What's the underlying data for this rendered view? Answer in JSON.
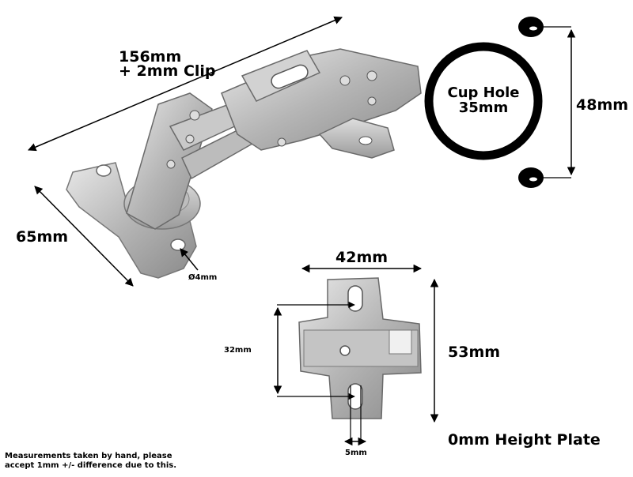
{
  "hinge": {
    "length_label_line1": "156mm",
    "length_label_line2": "+ 2mm Clip",
    "width_label": "65mm",
    "hole_label": "Ø4mm"
  },
  "cup": {
    "label_line1": "Cup Hole",
    "label_line2": "35mm",
    "spacing_label": "48mm"
  },
  "plate": {
    "width_label": "42mm",
    "height_label": "53mm",
    "hole_spacing_label": "32mm",
    "slot_label": "5mm",
    "name": "0mm Height Plate"
  },
  "footnote": {
    "line1": "Measurements taken by hand, please",
    "line2": "accept 1mm +/- difference due to this."
  },
  "colors": {
    "metal_light": "#d6d6d6",
    "metal_mid": "#a9a9a9",
    "metal_dark": "#6e6e6e",
    "ink": "#000000"
  }
}
